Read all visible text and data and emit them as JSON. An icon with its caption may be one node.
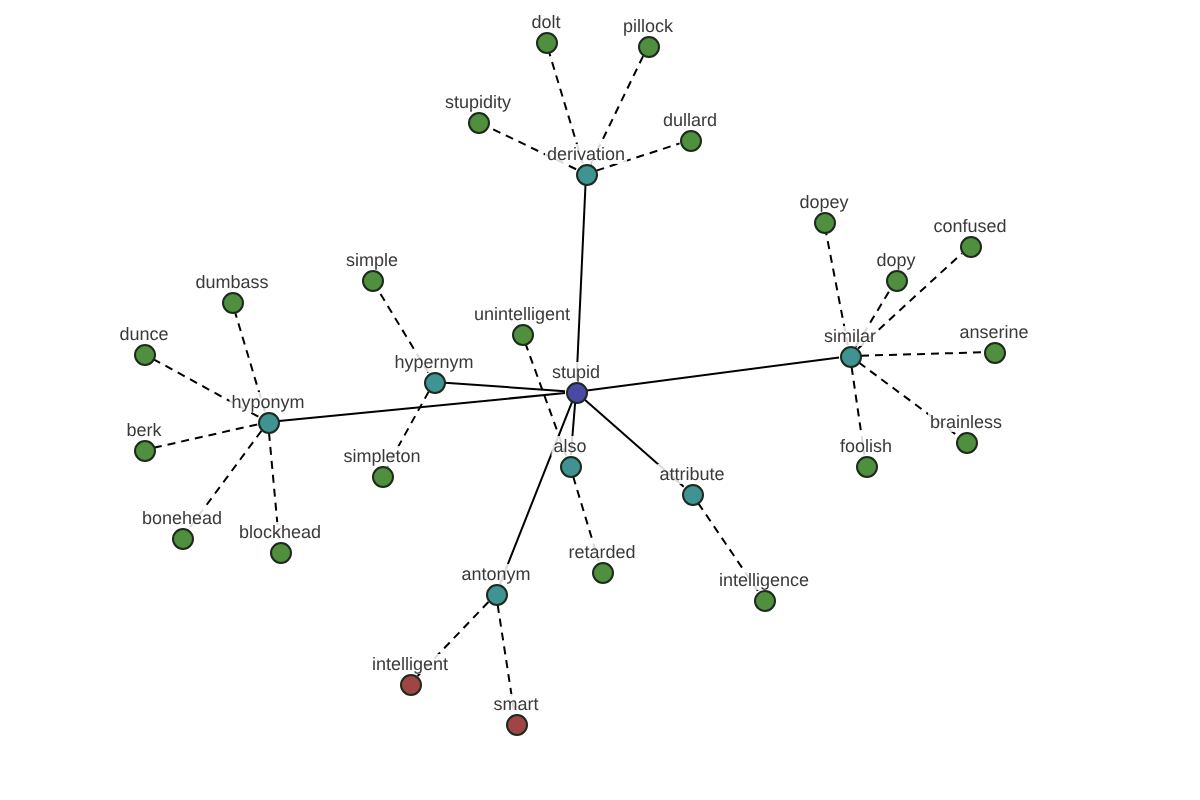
{
  "diagram": {
    "nodes": [
      {
        "text": [
          "stupid"
        ]
      },
      {
        "text": [
          "derivation"
        ]
      },
      {
        "text": [
          "stupidity"
        ]
      },
      {
        "text": [
          "dolt"
        ]
      },
      {
        "text": [
          "pillock"
        ]
      },
      {
        "text": [
          "dullard"
        ]
      },
      {
        "text": [
          "similar"
        ]
      },
      {
        "text": [
          "dopey"
        ]
      },
      {
        "text": [
          "dopy"
        ]
      },
      {
        "text": [
          "confused"
        ]
      },
      {
        "text": [
          "anserine"
        ]
      },
      {
        "text": [
          "brainless"
        ]
      },
      {
        "text": [
          "foolish"
        ]
      },
      {
        "text": [
          "hypernym"
        ]
      },
      {
        "text": [
          "simple"
        ]
      },
      {
        "text": [
          "simpleton"
        ]
      },
      {
        "text": [
          "hyponym"
        ]
      },
      {
        "text": [
          "dumbass"
        ]
      },
      {
        "text": [
          "dunce"
        ]
      },
      {
        "text": [
          "berk"
        ]
      },
      {
        "text": [
          "bonehead"
        ]
      },
      {
        "text": [
          "blockhead"
        ]
      },
      {
        "text": [
          "also"
        ]
      },
      {
        "text": [
          "unintelligent"
        ]
      },
      {
        "text": [
          "retarded"
        ]
      },
      {
        "text": [
          "attribute"
        ]
      },
      {
        "text": [
          "intelligence"
        ]
      },
      {
        "text": [
          "antonym"
        ]
      },
      {
        "text": [
          "intelligent"
        ]
      },
      {
        "text": [
          "smart"
        ]
      }
    ],
    "edges": [
      {
        "from": 0,
        "to": 1,
        "arrow": "none"
      },
      {
        "from": 1,
        "to": 2,
        "arrow": "none",
        "style": "dashed"
      },
      {
        "from": 1,
        "to": 3,
        "arrow": "none",
        "style": "dashed"
      },
      {
        "from": 1,
        "to": 4,
        "arrow": "none",
        "style": "dashed"
      },
      {
        "from": 1,
        "to": 5,
        "arrow": "none",
        "style": "dashed"
      },
      {
        "from": 0,
        "to": 6,
        "arrow": "none"
      },
      {
        "from": 6,
        "to": 7,
        "arrow": "none",
        "style": "dashed"
      },
      {
        "from": 6,
        "to": 8,
        "arrow": "none",
        "style": "dashed"
      },
      {
        "from": 6,
        "to": 9,
        "arrow": "none",
        "style": "dashed"
      },
      {
        "from": 6,
        "to": 10,
        "arrow": "none",
        "style": "dashed"
      },
      {
        "from": 6,
        "to": 11,
        "arrow": "none",
        "style": "dashed"
      },
      {
        "from": 6,
        "to": 12,
        "arrow": "none",
        "style": "dashed"
      },
      {
        "from": 0,
        "to": 13,
        "arrow": "none"
      },
      {
        "from": 13,
        "to": 14,
        "arrow": "none",
        "style": "dashed"
      },
      {
        "from": 13,
        "to": 15,
        "arrow": "none",
        "style": "dashed"
      },
      {
        "from": 0,
        "to": 16,
        "arrow": "none"
      },
      {
        "from": 16,
        "to": 17,
        "arrow": "none",
        "style": "dashed"
      },
      {
        "from": 16,
        "to": 18,
        "arrow": "none",
        "style": "dashed"
      },
      {
        "from": 16,
        "to": 19,
        "arrow": "none",
        "style": "dashed"
      },
      {
        "from": 16,
        "to": 20,
        "arrow": "none",
        "style": "dashed"
      },
      {
        "from": 16,
        "to": 21,
        "arrow": "none",
        "style": "dashed"
      },
      {
        "from": 0,
        "to": 22,
        "arrow": "none"
      },
      {
        "from": 22,
        "to": 23,
        "arrow": "none",
        "style": "dashed"
      },
      {
        "from": 22,
        "to": 24,
        "arrow": "none",
        "style": "dashed"
      },
      {
        "from": 0,
        "to": 25,
        "arrow": "none"
      },
      {
        "from": 25,
        "to": 26,
        "arrow": "none",
        "style": "dashed"
      },
      {
        "from": 0,
        "to": 27,
        "arrow": "none"
      },
      {
        "from": 27,
        "to": 28,
        "arrow": "none",
        "style": "dashed"
      },
      {
        "from": 27,
        "to": 29,
        "arrow": "none",
        "style": "dashed"
      }
    ]
  }
}
